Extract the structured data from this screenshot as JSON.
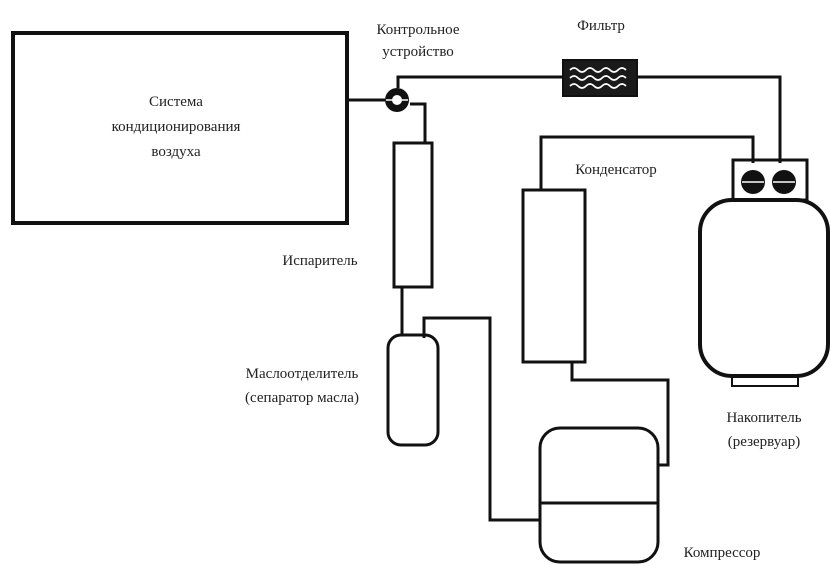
{
  "labels": {
    "ac_system_line1": "Система",
    "ac_system_line2": "кондиционирования",
    "ac_system_line3": "воздуха",
    "control_device_line1": "Контрольное",
    "control_device_line2": "устройство",
    "filter": "Фильтр",
    "condenser": "Конденсатор",
    "evaporator": "Испаритель",
    "oil_separator_line1": "Маслоотделитель",
    "oil_separator_line2": "(сепаратор масла)",
    "receiver_line1": "Накопитель",
    "receiver_line2": "(резервуар)",
    "compressor": "Компрессор"
  },
  "colors": {
    "stroke": "#111111",
    "text": "#222222",
    "filter_fill": "#1a1a1a",
    "background": "#ffffff"
  }
}
